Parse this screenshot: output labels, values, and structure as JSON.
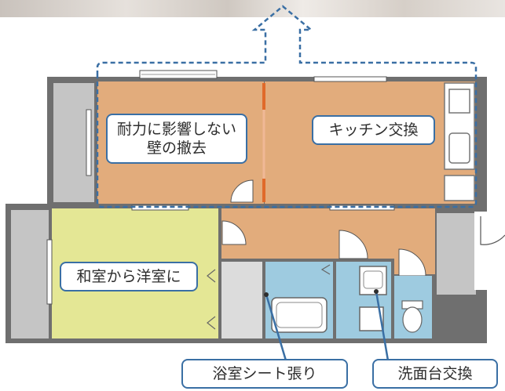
{
  "labels": {
    "wall_removal_line1": "耐力に影響しない",
    "wall_removal_line2": "壁の撤去",
    "kitchen": "キッチン交換",
    "japanese_room": "和室から洋室に",
    "bathroom": "浴室シート張り",
    "washbasin": "洗面台交換"
  },
  "colors": {
    "accent": "#3a6fa4",
    "wood_floor": "#e2ac7c",
    "tatami": "#e4e795",
    "water_area": "#9ecbe0",
    "wall": "#6f6f6f",
    "closet": "#c5c5c5",
    "removed_wall": "#e06a2a"
  }
}
